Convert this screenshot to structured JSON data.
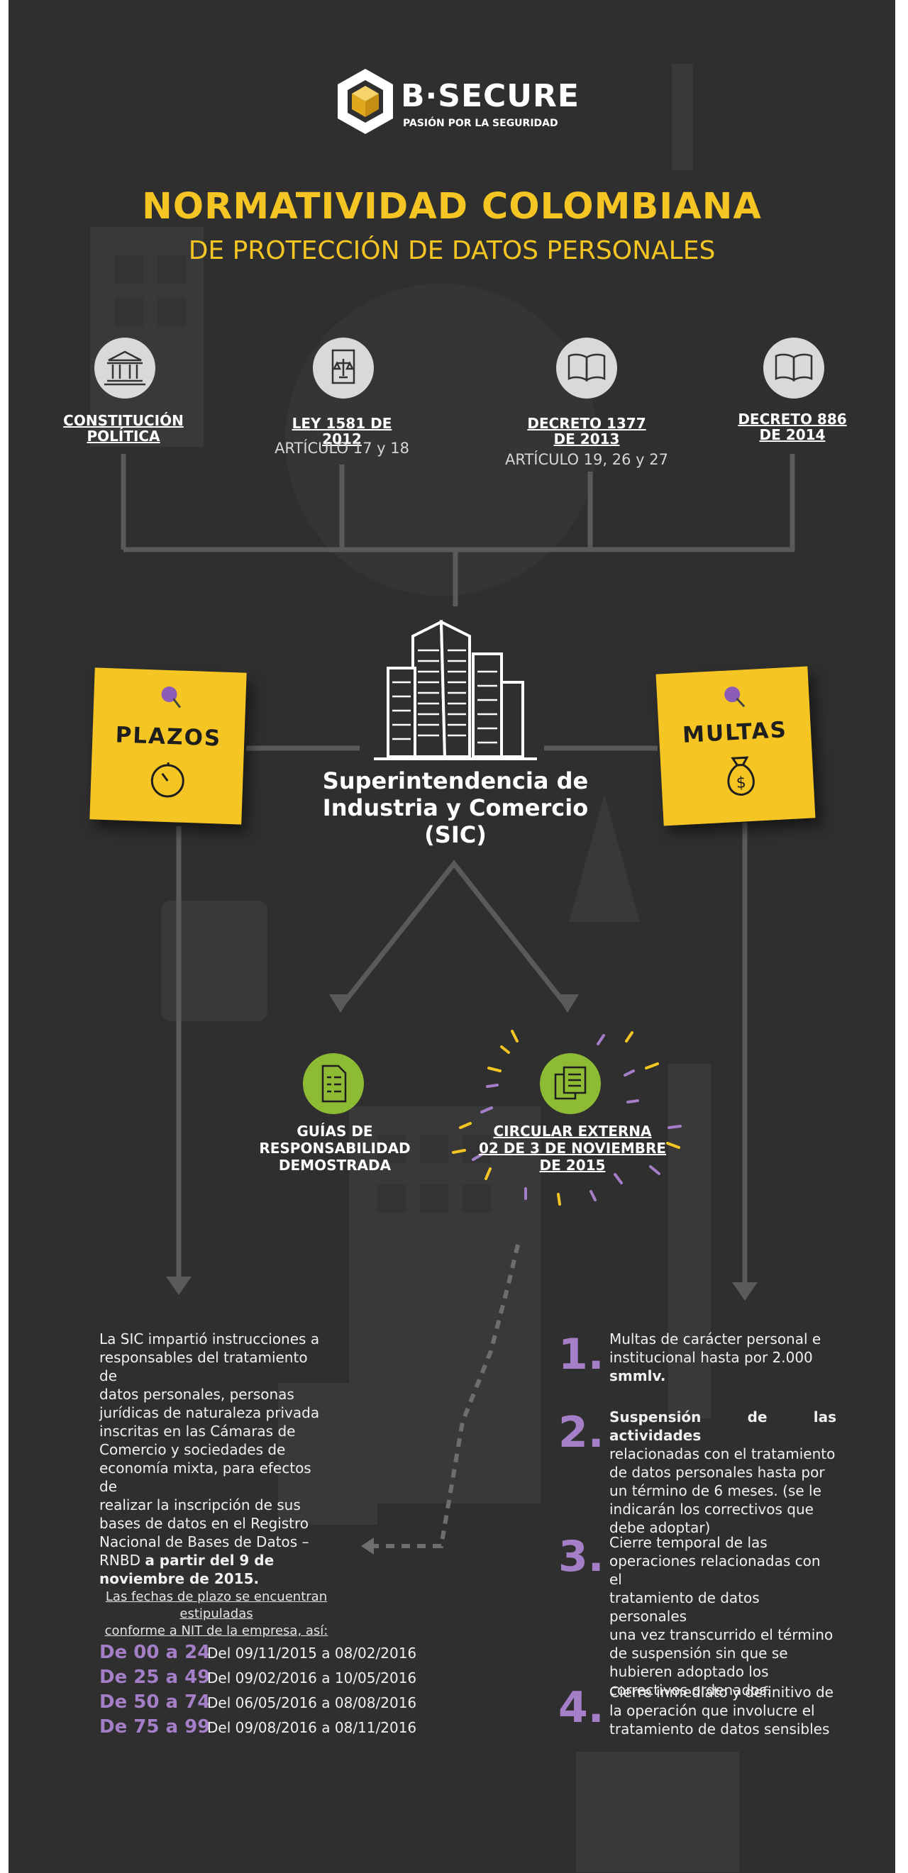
{
  "brand": {
    "name": "B·SECURE",
    "tagline": "PASIÓN POR LA SEGURIDAD"
  },
  "title": {
    "line1_a": "NORMATIVIDAD",
    "line1_b": "COLOMBIANA",
    "line2": "DE PROTECCIÓN DE DATOS PERSONALES"
  },
  "laws": [
    {
      "label1": "CONSTITUCIÓN",
      "label2": "POLÍTICA",
      "sub": "",
      "icon": "courthouse-icon"
    },
    {
      "label1": "LEY 1581 DE 2012",
      "label2": "",
      "sub": "ARTÍCULO 17 y 18",
      "icon": "law-document-icon"
    },
    {
      "label1": "DECRETO 1377",
      "label2": "DE 2013",
      "sub": "ARTÍCULO 19, 26 y 27",
      "icon": "open-book-icon"
    },
    {
      "label1": "DECRETO 886",
      "label2": "DE 2014",
      "sub": "",
      "icon": "open-book-icon"
    }
  ],
  "sic": {
    "line1": "Superintendencia de",
    "line2": "Industria y Comercio",
    "line3": "(SIC)"
  },
  "notes": {
    "plazos": "PLAZOS",
    "multas": "MULTAS"
  },
  "branches": {
    "guias": {
      "l1": "GUÍAS DE",
      "l2": "RESPONSABILIDAD",
      "l3": "DEMOSTRADA"
    },
    "circular": {
      "l1": "CIRCULAR EXTERNA",
      "l2": "02 DE 3 DE NOVIEMBRE",
      "l3": "DE 2015"
    }
  },
  "plazos_text": {
    "lines": [
      "La SIC impartió instrucciones a",
      "responsables del tratamiento de",
      "datos personales, personas",
      "jurídicas de naturaleza privada",
      "inscritas en las Cámaras de",
      "Comercio y sociedades de",
      "economía mixta, para efectos de",
      "realizar la inscripción de sus",
      "bases de datos en el Registro",
      "Nacional de Bases de Datos –"
    ],
    "last_plain": "RNBD ",
    "last_bold": "a partir del 9 de",
    "final_bold": "noviembre de 2015."
  },
  "fechas": {
    "intro1": "Las fechas de plazo se encuentran estipuladas",
    "intro2": "conforme a NIT de la empresa, así:",
    "rows": [
      {
        "range": "De 00 a 24",
        "dates": "Del 09/11/2015 a 08/02/2016"
      },
      {
        "range": "De 25 a 49",
        "dates": "Del 09/02/2016 a 10/05/2016"
      },
      {
        "range": "De 50 a 74",
        "dates": "Del 06/05/2016 a 08/08/2016"
      },
      {
        "range": "De 75 a 99",
        "dates": "Del 09/08/2016 a 08/11/2016"
      }
    ]
  },
  "multas": [
    {
      "num": "1.",
      "lines": [
        "Multas de carácter personal e",
        "institucional hasta por 2.000",
        "smmlv."
      ]
    },
    {
      "num": "2.",
      "lines": [
        "Suspensión de las actividades",
        "relacionadas con el tratamiento",
        "de datos personales hasta por",
        "un término de 6 meses. (se le",
        "indicarán los correctivos que",
        "debe adoptar)"
      ]
    },
    {
      "num": "3.",
      "lines": [
        "Cierre temporal de las",
        "operaciones relacionadas con el",
        "tratamiento de datos personales",
        "una vez transcurrido el término",
        "de suspensión sin que se",
        "hubieren adoptado los",
        "correctivos ordenados."
      ]
    },
    {
      "num": "4.",
      "lines": [
        "Cierre inmediato y definitivo de",
        "la operación que involucre el",
        "tratamiento de datos sensibles"
      ]
    }
  ],
  "colors": {
    "background": "#2f2f2f",
    "yellow": "#f5c623",
    "purple": "#a47ec7",
    "green": "#8dbb33"
  }
}
